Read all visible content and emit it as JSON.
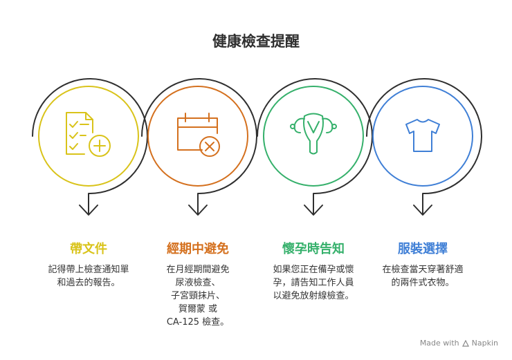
{
  "title": "健康檢查提醒",
  "colors": {
    "yellow": "#d9c31a",
    "orange": "#d4701e",
    "green": "#35b06b",
    "blue": "#3f7fd6",
    "dark": "#2f2f2f"
  },
  "steps": [
    {
      "title": "帶文件",
      "description": "記得帶上檢查通知單\n和過去的報告。",
      "icon": "document-plus-icon"
    },
    {
      "title": "經期中避免",
      "description": "在月經期間避免\n尿液檢查、\n子宮頸抹片、\n賀爾蒙 或\nCA-125 檢查。",
      "icon": "calendar-x-icon"
    },
    {
      "title": "懷孕時告知",
      "description": "如果您正在備孕或懷\n孕，請告知工作人員\n以避免放射線檢查。",
      "icon": "uterus-icon"
    },
    {
      "title": "服裝選擇",
      "description": "在檢查當天穿著舒適\n的兩件式衣物。",
      "icon": "tshirt-icon"
    }
  ],
  "footer": {
    "made_with": "Made with",
    "brand": "Napkin"
  }
}
